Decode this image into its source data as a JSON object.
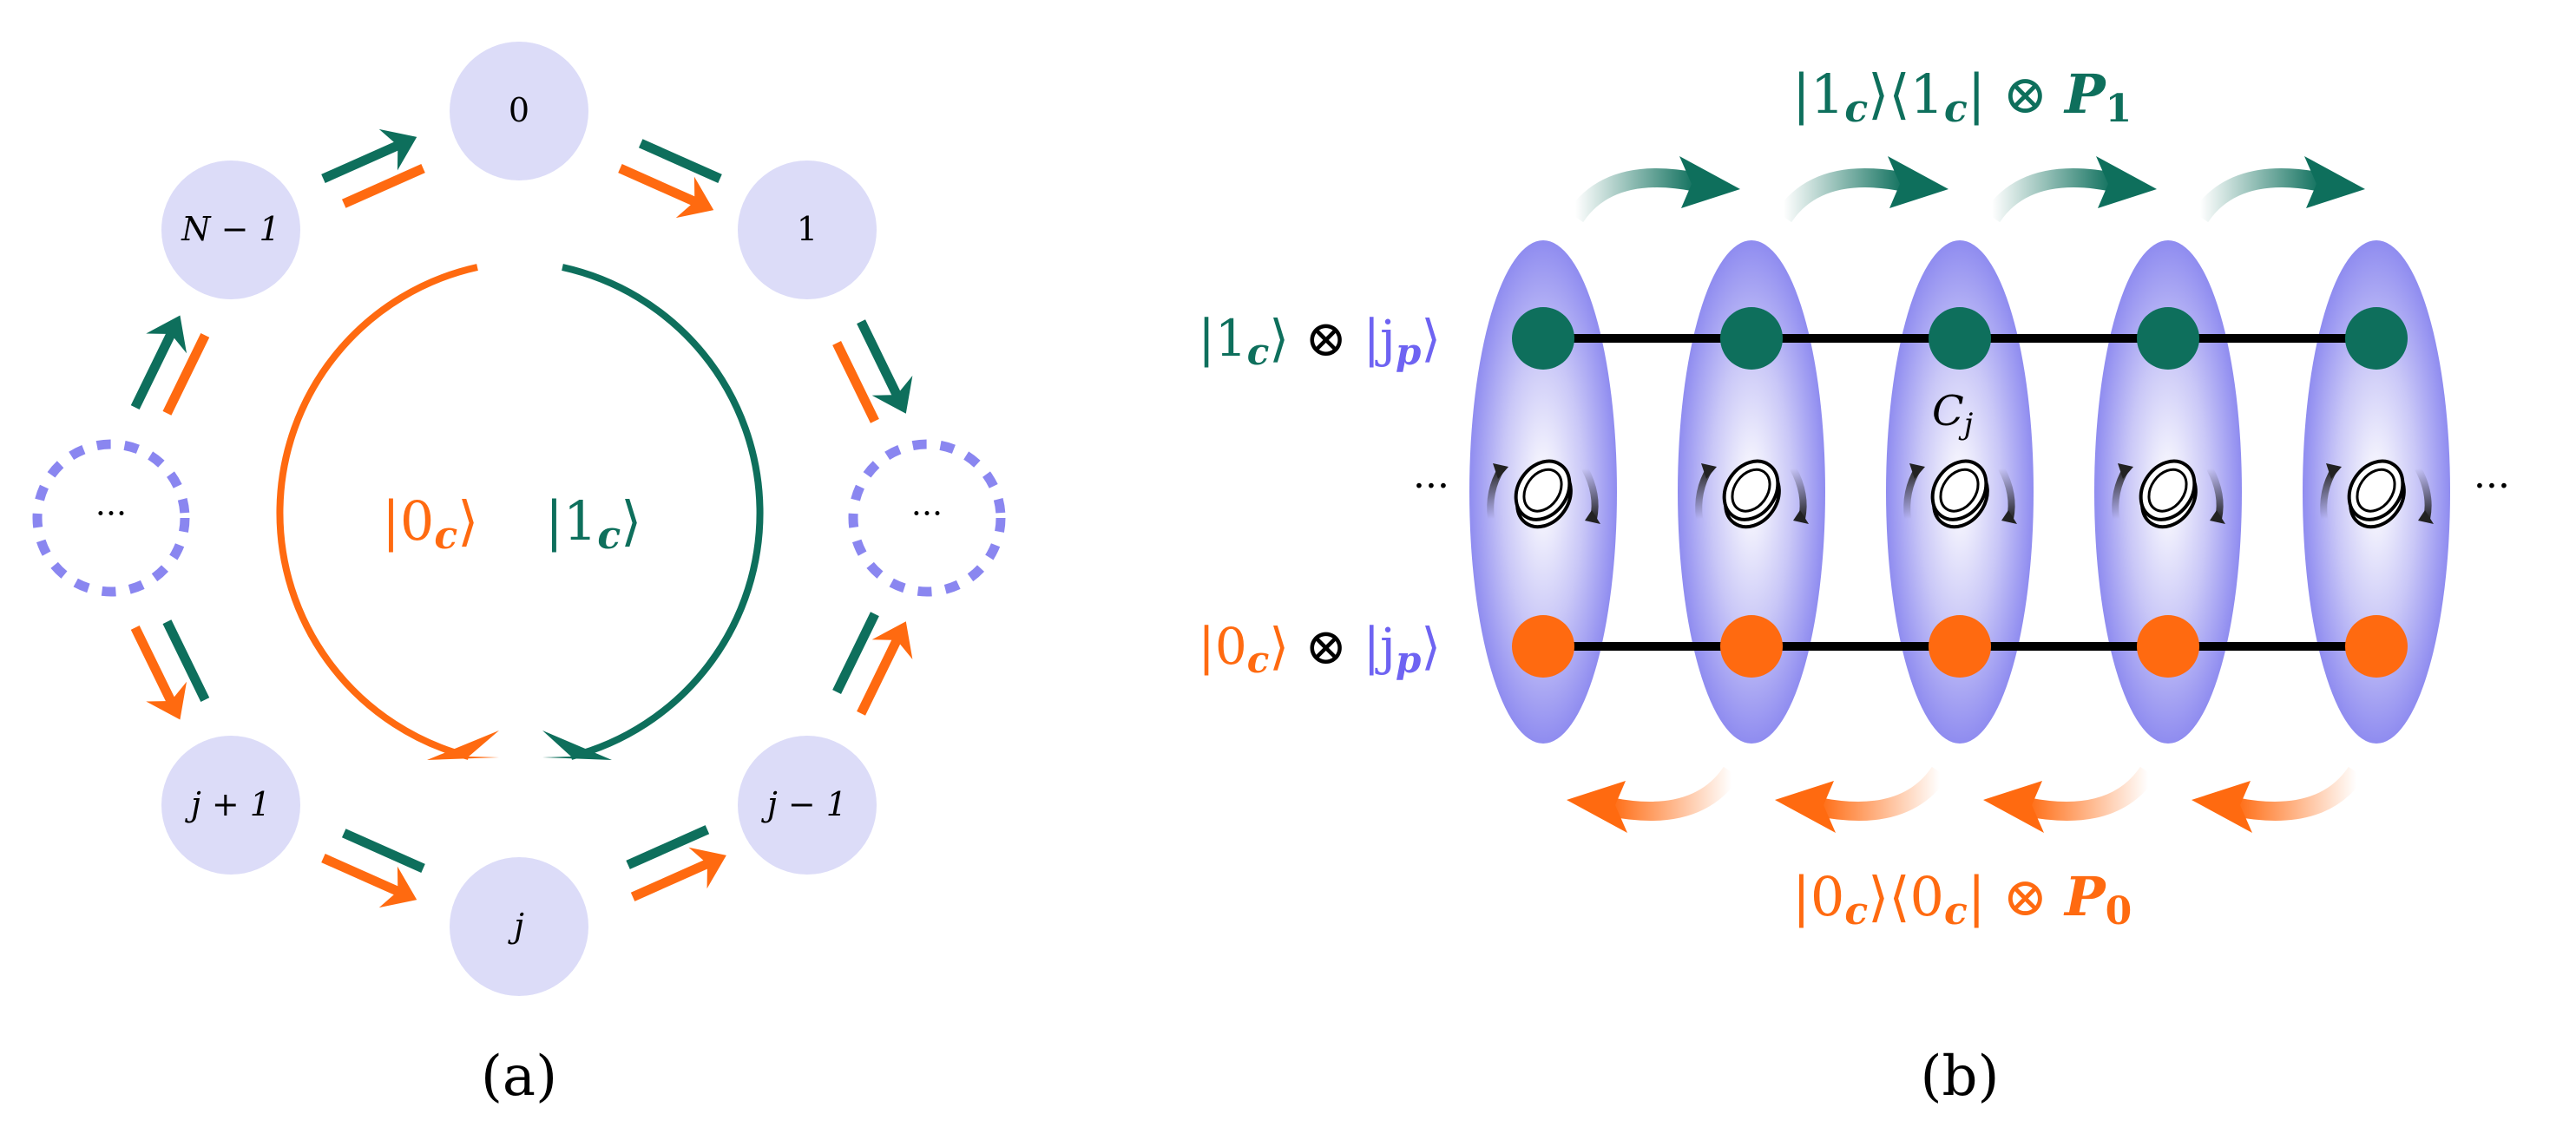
{
  "colors": {
    "teal": "#0e6f5c",
    "orange": "#ff6a10",
    "node_fill": "#dcdcf8",
    "dotted": "#8a86f0",
    "purple_text": "#6e63f2",
    "ellipse": "#8f8cf0",
    "line": "#000000"
  },
  "panel_a": {
    "caption": "(a)",
    "nodes": {
      "top": "0",
      "upper_right": "1",
      "upper_left": "N − 1",
      "right_dots": "···",
      "left_dots": "···",
      "lower_right": "j − 1",
      "lower_left": "j + 1",
      "bottom": "j"
    },
    "center_orange": "|0",
    "center_orange_sub": "c",
    "center_teal": "|1",
    "center_teal_sub": "c",
    "bracket": "⟩"
  },
  "panel_b": {
    "caption": "(b)",
    "top_formula": {
      "ket": "|1",
      "sub1": "c",
      "mid": "⟩⟨1",
      "sub2": "c",
      "tail": "| ⊗ ",
      "op": "P",
      "op_sub": "1"
    },
    "bottom_formula": {
      "ket": "|0",
      "sub1": "c",
      "mid": "⟩⟨0",
      "sub2": "c",
      "tail": "| ⊗ ",
      "op": "P",
      "op_sub": "0"
    },
    "row_top_label": {
      "coin": "|1",
      "coin_sub": "c",
      "close": "⟩",
      "tensor": " ⊗ ",
      "pos": "|j",
      "pos_sub": "p",
      "pos_close": "⟩"
    },
    "row_bottom_label": {
      "coin": "|0",
      "coin_sub": "c",
      "close": "⟩",
      "tensor": " ⊗ ",
      "pos": "|j",
      "pos_sub": "p",
      "pos_close": "⟩"
    },
    "coin_label": "C",
    "coin_label_sub": "j",
    "left_dots": "···",
    "right_dots": "···",
    "sites": 5
  }
}
